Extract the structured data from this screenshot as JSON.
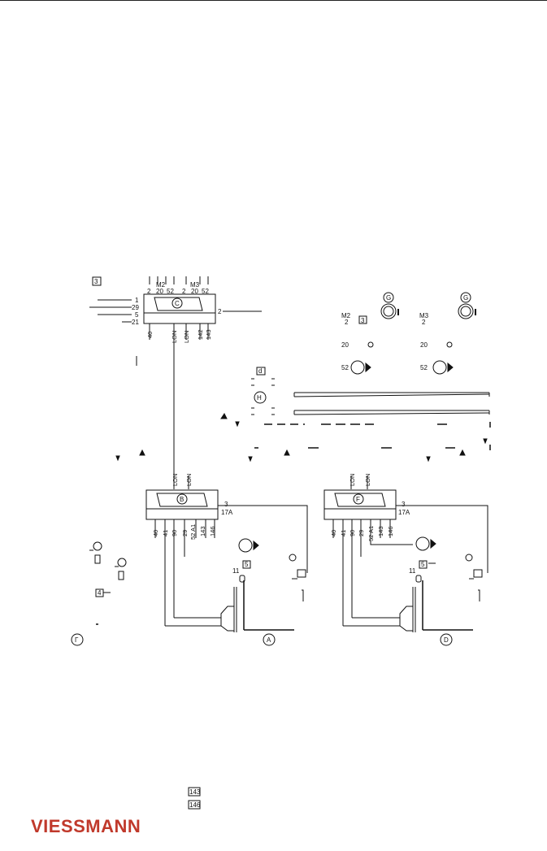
{
  "modules": {
    "C": "C",
    "B": "B",
    "F": "F",
    "G": "G",
    "H": "H",
    "A": "A",
    "D": "D",
    "Gamma": "Γ"
  },
  "ctrl": {
    "m2": "M2",
    "m3": "M3",
    "top_terms": [
      "2",
      "20",
      "52",
      "2",
      "20",
      "52"
    ],
    "left_terms": [
      "1",
      "29",
      "5",
      "21"
    ],
    "right_term": "2",
    "bottom_terms": [
      "40",
      "LON",
      "LON",
      "142",
      "143"
    ],
    "box_label": "3"
  },
  "mix": {
    "m2": "M2",
    "m3": "M3",
    "t2": "2",
    "t20": "20",
    "t52": "52",
    "m2_box": "3"
  },
  "lower": {
    "lon_labels": [
      "LON",
      "LON"
    ],
    "lon_labels_right": [
      "LON",
      "LON"
    ],
    "b_right_terms": [
      "3",
      "17A"
    ],
    "f_right_terms": [
      "3",
      "17A"
    ],
    "b_terms": [
      "40",
      "41",
      "90",
      "29",
      "52 A1",
      "143",
      "146"
    ],
    "f_terms": [
      "40",
      "41",
      "90",
      "29",
      "52 A1",
      "143",
      "146"
    ],
    "eleven": "11",
    "box_small": "5",
    "box_small2": "5",
    "box_left": "4"
  },
  "h_box": "d",
  "legend": [
    "143",
    "146"
  ],
  "footer": {
    "logo": "VIESSMANN"
  }
}
